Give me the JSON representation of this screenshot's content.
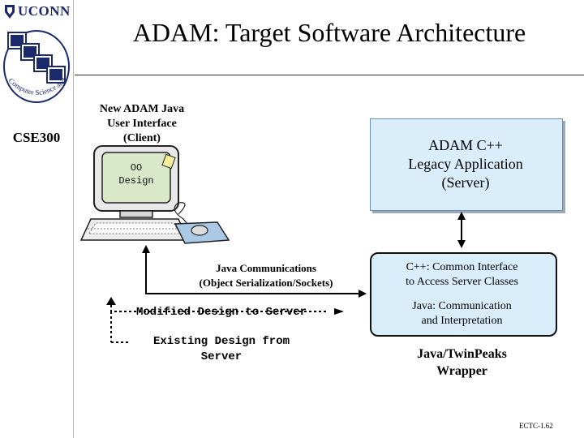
{
  "header": {
    "brand": "UCONN",
    "course": "CSE300",
    "title": "ADAM: Target Software Architecture",
    "seal_text": "Computer Science and Engineering"
  },
  "diagram": {
    "client_label": [
      "New ADAM Java",
      "User Interface",
      "(Client)"
    ],
    "screen_text": [
      "OO",
      "Design"
    ],
    "server_label": [
      "ADAM C++",
      "Legacy Application",
      "(Server)"
    ],
    "wrapper_line1": [
      "C++: Common Interface",
      "to Access Server Classes"
    ],
    "wrapper_line2": [
      "Java: Communication",
      "and Interpretation"
    ],
    "wrapper_label": [
      "Java/TwinPeaks",
      "Wrapper"
    ],
    "comm_label": [
      "Java Communications",
      "(Object Serialization/Sockets)"
    ],
    "legend_modified": "Modified Design to Server",
    "legend_existing": [
      "Existing Design from",
      "Server"
    ]
  },
  "footer": {
    "slide_id": "ECTC-1.62"
  },
  "colors": {
    "box_fill": "#d9eefa",
    "brand": "#1a2a6c",
    "screen": "#d8e8c8"
  }
}
